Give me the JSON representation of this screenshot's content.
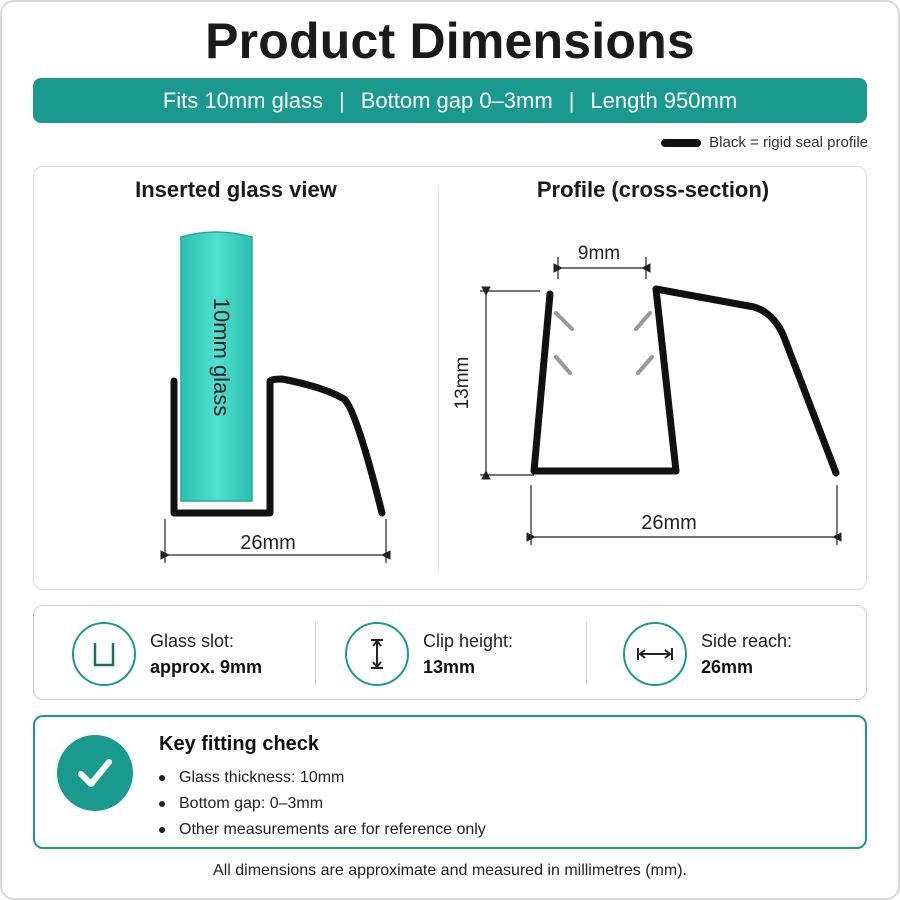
{
  "title": "Product Dimensions",
  "banner": {
    "items": [
      "Fits 10mm glass",
      "Bottom gap 0–3mm",
      "Length 950mm"
    ],
    "separator": "|",
    "color": "#1a9a8f"
  },
  "legend": {
    "label": "Black = rigid seal profile",
    "swatch_color": "#111111"
  },
  "diagram": {
    "left_panel": {
      "title": "Inserted glass view",
      "glass_label": "10mm glass",
      "width_label": "26mm",
      "glass_color": "#3ecfbf"
    },
    "right_panel": {
      "title": "Profile (cross-section)",
      "slot_label": "9mm",
      "height_label": "13mm",
      "width_label": "26mm"
    }
  },
  "specs": [
    {
      "icon": "u-slot-icon",
      "label": "Glass slot:",
      "value": "approx. 9mm"
    },
    {
      "icon": "height-icon",
      "label": "Clip height:",
      "value": "13mm"
    },
    {
      "icon": "width-arrow-icon",
      "label": "Side reach:",
      "value": "26mm"
    }
  ],
  "fitting_check": {
    "icon": "checkmark-icon",
    "heading": "Key fitting check",
    "items": [
      "Glass thickness: 10mm",
      "Bottom gap: 0–3mm",
      "Other measurements are for reference only"
    ]
  },
  "footer": "All dimensions are approximate and measured in millimetres (mm)."
}
